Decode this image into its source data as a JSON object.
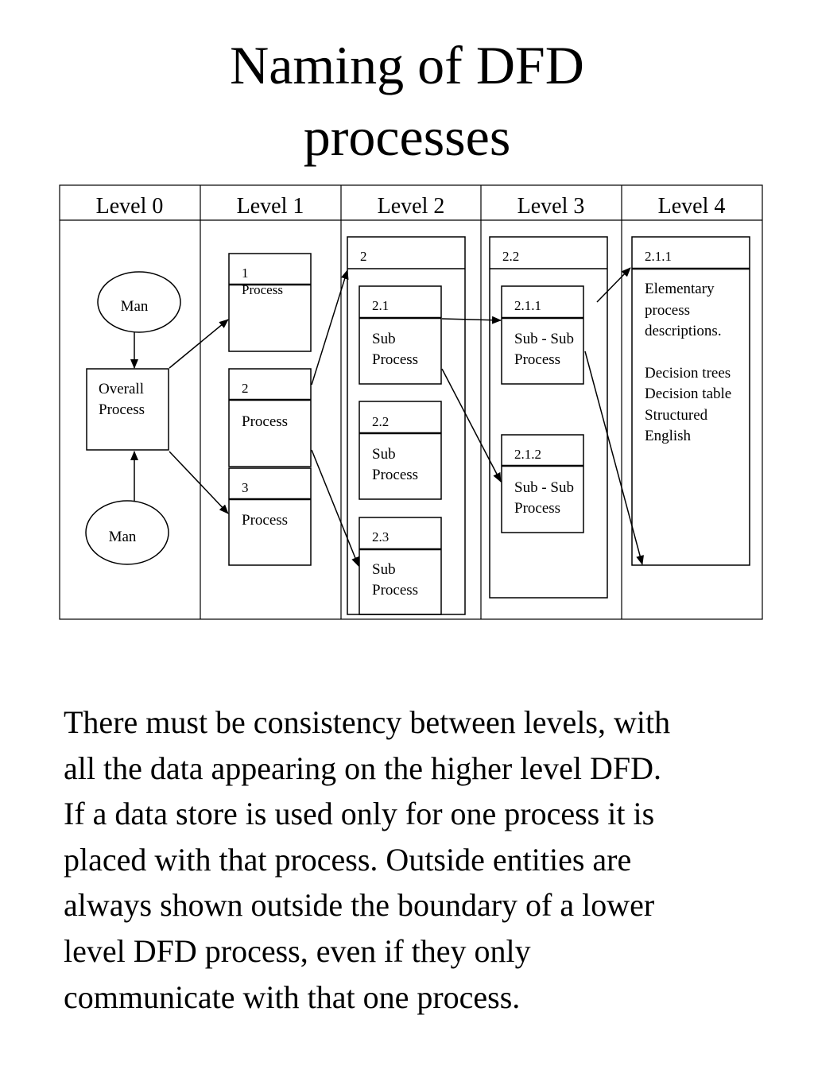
{
  "title": {
    "line1": "Naming of DFD",
    "line2": "processes"
  },
  "diagram": {
    "levels": [
      "Level 0",
      "Level 1",
      "Level 2",
      "Level 3",
      "Level 4"
    ],
    "level0": {
      "entity_top": "Man",
      "entity_bottom": "Man",
      "process_line1": "Overall",
      "process_line2": "Process"
    },
    "level1": [
      {
        "number": "1",
        "label": "Process"
      },
      {
        "number": "2",
        "label": "Process"
      },
      {
        "number": "3",
        "label": "Process"
      }
    ],
    "level2": {
      "container_number": "2",
      "subprocesses": [
        {
          "number": "2.1",
          "line1": "Sub",
          "line2": "Process"
        },
        {
          "number": "2.2",
          "line1": "Sub",
          "line2": "Process"
        },
        {
          "number": "2.3",
          "line1": "Sub",
          "line2": "Process"
        }
      ]
    },
    "level3": {
      "container_number": "2.2",
      "subprocesses": [
        {
          "number": "2.1.1",
          "line1": "Sub - Sub",
          "line2": "Process"
        },
        {
          "number": "2.1.2",
          "line1": "Sub - Sub",
          "line2": "Process"
        }
      ]
    },
    "level4": {
      "container_number": "2.1.1",
      "lines": [
        "Elementary",
        "process",
        "descriptions.",
        "",
        "Decision trees",
        "Decision table",
        "Structured",
        "English"
      ]
    }
  },
  "paragraph": [
    "There must be consistency between levels, with",
    "all the data appearing on the higher level DFD.",
    "If a data store is used only for one process it is",
    "placed with that process.  Outside entities are",
    "always shown outside the boundary of a lower",
    "level DFD process, even if they only",
    "communicate with that one process."
  ]
}
